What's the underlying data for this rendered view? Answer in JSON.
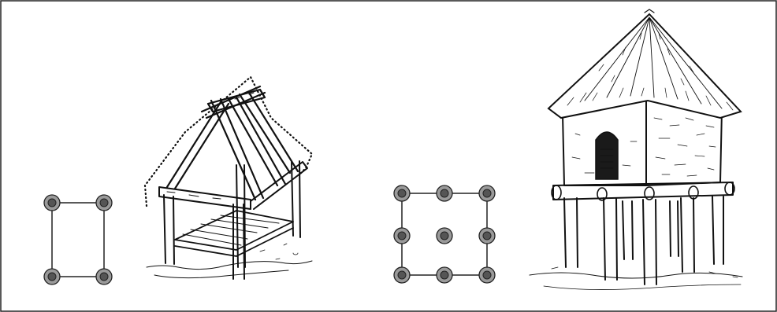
{
  "figure": {
    "panels": [
      {
        "kind": "post-plan",
        "posts": 4
      },
      {
        "kind": "illustration",
        "subject": "open-frame-shelter"
      },
      {
        "kind": "post-plan",
        "posts": 9
      },
      {
        "kind": "illustration",
        "subject": "raised-granary-hut"
      }
    ]
  },
  "colors": {
    "frame_border": "#222222",
    "post_fill": "#9a9a9a",
    "post_core": "#555555",
    "ink": "#111111"
  }
}
